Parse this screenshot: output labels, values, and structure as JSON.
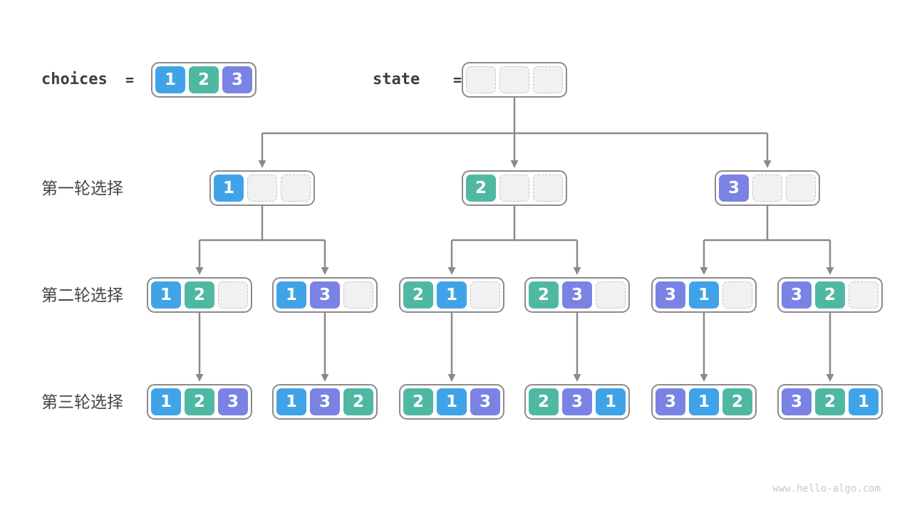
{
  "header": {
    "choices_label": "choices",
    "choices_equals": "=",
    "choices_cells": [
      "1",
      "2",
      "3"
    ],
    "state_label": "state",
    "state_equals": "=",
    "state_cells": [
      "",
      "",
      ""
    ]
  },
  "rows": [
    {
      "label": "第一轮选择",
      "nodes": [
        [
          "1",
          "",
          ""
        ],
        [
          "2",
          "",
          ""
        ],
        [
          "3",
          "",
          ""
        ]
      ]
    },
    {
      "label": "第二轮选择",
      "nodes": [
        [
          "1",
          "2",
          ""
        ],
        [
          "1",
          "3",
          ""
        ],
        [
          "2",
          "1",
          ""
        ],
        [
          "2",
          "3",
          ""
        ],
        [
          "3",
          "1",
          ""
        ],
        [
          "3",
          "2",
          ""
        ]
      ]
    },
    {
      "label": "第三轮选择",
      "nodes": [
        [
          "1",
          "2",
          "3"
        ],
        [
          "1",
          "3",
          "2"
        ],
        [
          "2",
          "1",
          "3"
        ],
        [
          "2",
          "3",
          "1"
        ],
        [
          "3",
          "1",
          "2"
        ],
        [
          "3",
          "2",
          "1"
        ]
      ]
    }
  ],
  "colors": {
    "cell_1": "#40a3e8",
    "cell_2": "#4fb8a3",
    "cell_3": "#7a82e3",
    "empty_cell": "#f1f1f1",
    "arrow": "#8a8a8a",
    "node_border": "#8b8b8b",
    "label_text": "#3d3d3d"
  },
  "watermark": "www.hello-algo.com"
}
